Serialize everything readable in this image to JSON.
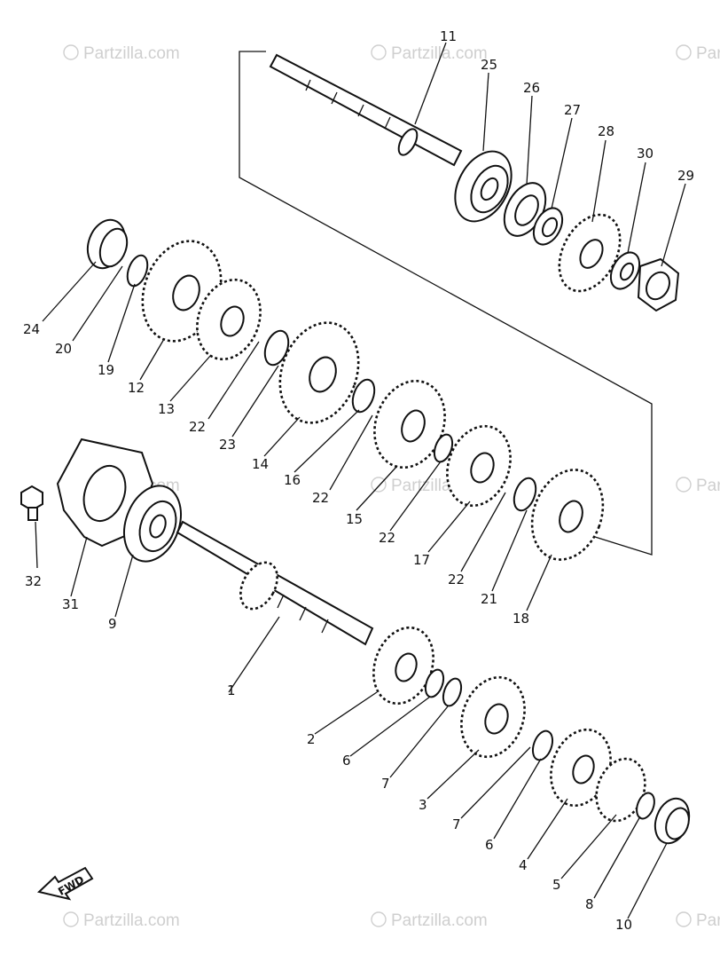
{
  "watermark": {
    "text": "Partzilla.com",
    "symbol": "©"
  },
  "fwd_label": "FWD",
  "callouts": [
    {
      "id": "c11",
      "text": "11"
    },
    {
      "id": "c25",
      "text": "25"
    },
    {
      "id": "c26",
      "text": "26"
    },
    {
      "id": "c27",
      "text": "27"
    },
    {
      "id": "c28",
      "text": "28"
    },
    {
      "id": "c30",
      "text": "30"
    },
    {
      "id": "c29",
      "text": "29"
    },
    {
      "id": "c24",
      "text": "24"
    },
    {
      "id": "c20",
      "text": "20"
    },
    {
      "id": "c19",
      "text": "19"
    },
    {
      "id": "c12",
      "text": "12"
    },
    {
      "id": "c13",
      "text": "13"
    },
    {
      "id": "c22a",
      "text": "22"
    },
    {
      "id": "c23",
      "text": "23"
    },
    {
      "id": "c14",
      "text": "14"
    },
    {
      "id": "c16",
      "text": "16"
    },
    {
      "id": "c22b",
      "text": "22"
    },
    {
      "id": "c15",
      "text": "15"
    },
    {
      "id": "c22c",
      "text": "22"
    },
    {
      "id": "c17",
      "text": "17"
    },
    {
      "id": "c22d",
      "text": "22"
    },
    {
      "id": "c21",
      "text": "21"
    },
    {
      "id": "c18",
      "text": "18"
    },
    {
      "id": "c32",
      "text": "32"
    },
    {
      "id": "c31",
      "text": "31"
    },
    {
      "id": "c9",
      "text": "9"
    },
    {
      "id": "c1",
      "text": "1"
    },
    {
      "id": "c2",
      "text": "2"
    },
    {
      "id": "c6a",
      "text": "6"
    },
    {
      "id": "c7a",
      "text": "7"
    },
    {
      "id": "c3",
      "text": "3"
    },
    {
      "id": "c7b",
      "text": "7"
    },
    {
      "id": "c6b",
      "text": "6"
    },
    {
      "id": "c4",
      "text": "4"
    },
    {
      "id": "c5",
      "text": "5"
    },
    {
      "id": "c8",
      "text": "8"
    },
    {
      "id": "c10",
      "text": "10"
    }
  ]
}
